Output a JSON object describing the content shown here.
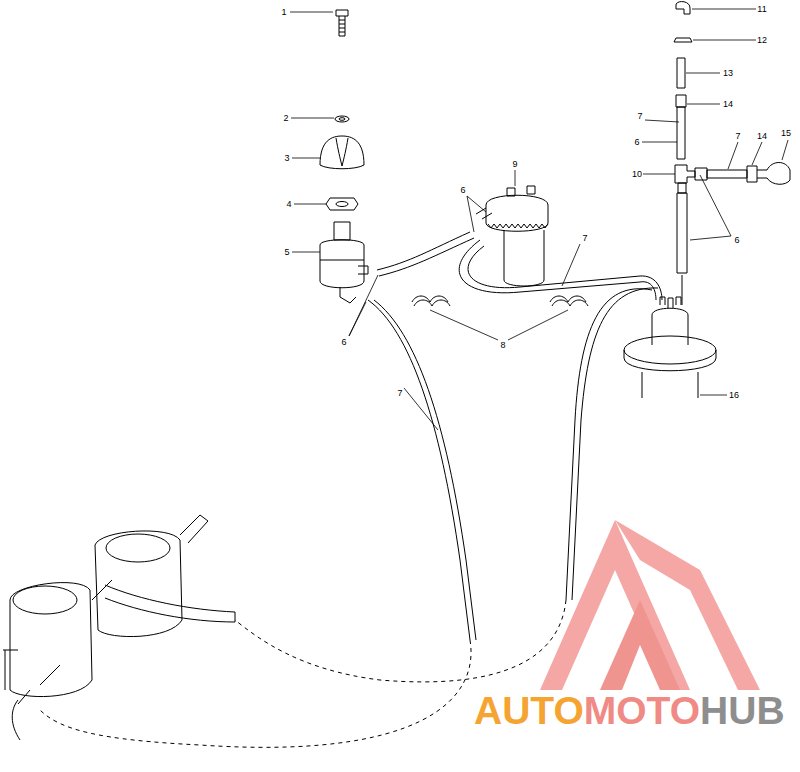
{
  "diagram": {
    "labels": [
      "1",
      "2",
      "3",
      "4",
      "5",
      "6",
      "9",
      "6",
      "7",
      "8",
      "7",
      "11",
      "12",
      "13",
      "14",
      "7",
      "6",
      "10",
      "7",
      "14",
      "15",
      "6",
      "16",
      "AUTO",
      "MOTO",
      "HUB"
    ]
  }
}
